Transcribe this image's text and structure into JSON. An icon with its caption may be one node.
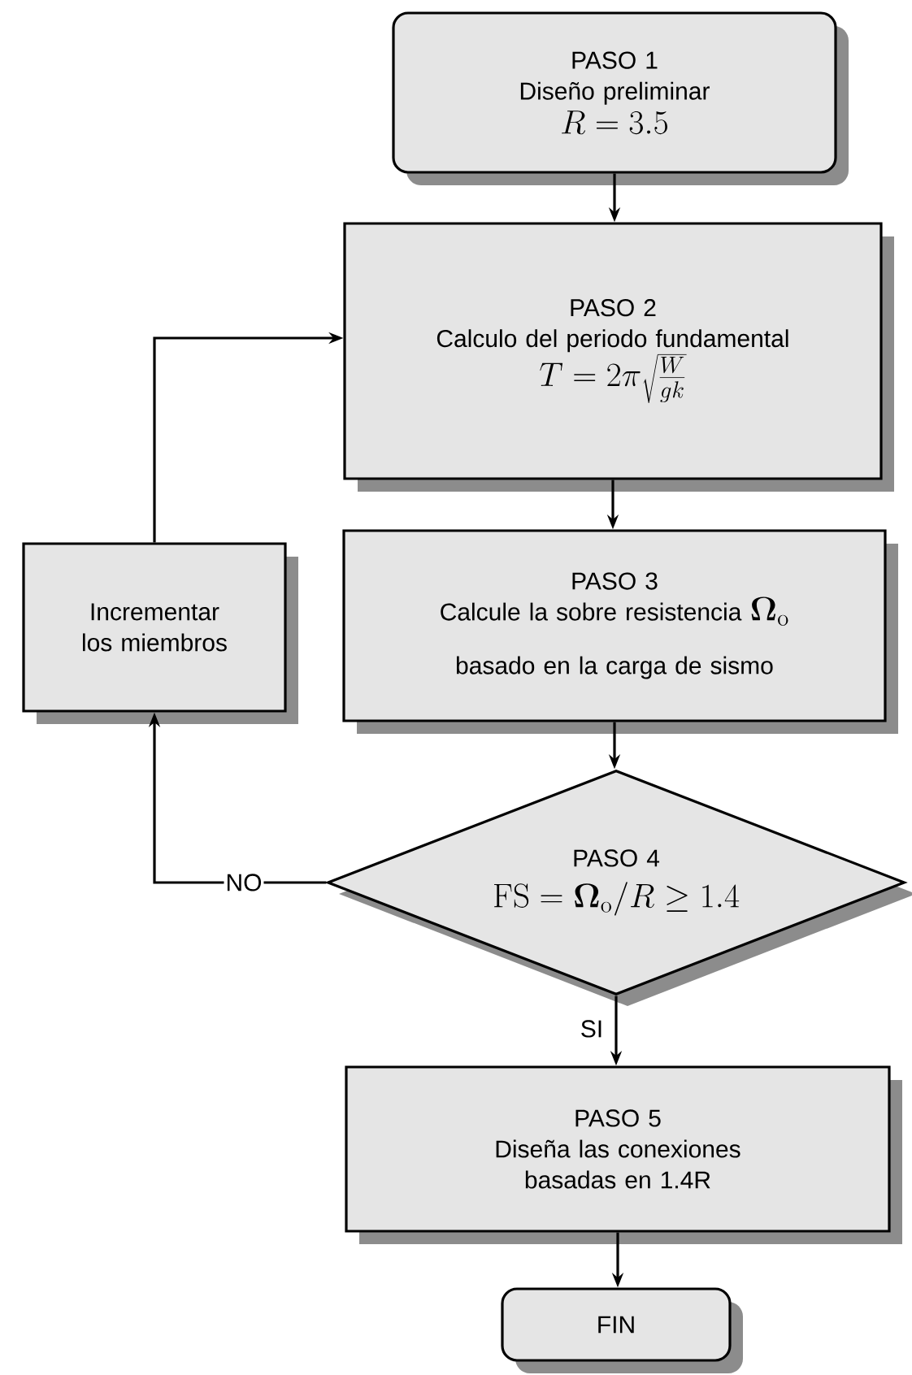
{
  "diagram": {
    "nodes": [
      {
        "text": [
          "PASO 1",
          "Diseño preliminar",
          "R = 3.5"
        ]
      },
      {
        "text": [
          "PASO 2",
          "Calculo del periodo fundamental",
          "T = 2\\pi\\sqrt{\\frac{W}{gk}}"
        ]
      },
      {
        "text": [
          "PASO 3",
          "Calcule la sobre resistencia",
          "\\mathbf{\\Omega}_{\\mathrm{o}}",
          "basado en la carga de sismo"
        ]
      },
      {
        "text": [
          "PASO 4",
          "\\mathrm{FS} = \\mathbf{\\Omega}_{\\mathrm{o}}/R \\geq 1.4"
        ]
      },
      {
        "text": [
          "PASO 5",
          "Diseña las conexiones basadas en 1.4R"
        ]
      },
      {
        "text": [
          "FIN"
        ]
      },
      {
        "text": [
          "Incrementar los miembros"
        ]
      }
    ],
    "edges": [
      {
        "from": 0,
        "to": 1,
        "arrow": "to"
      },
      {
        "from": 1,
        "to": 2,
        "arrow": "to"
      },
      {
        "from": 2,
        "to": 3,
        "arrow": "to"
      },
      {
        "from": 3,
        "to": 6,
        "arrow": "to",
        "label": "NO"
      },
      {
        "from": 6,
        "to": 1,
        "arrow": "to"
      },
      {
        "from": 3,
        "to": 4,
        "arrow": "to",
        "label": "SI"
      },
      {
        "from": 4,
        "to": 5,
        "arrow": "to"
      }
    ]
  }
}
